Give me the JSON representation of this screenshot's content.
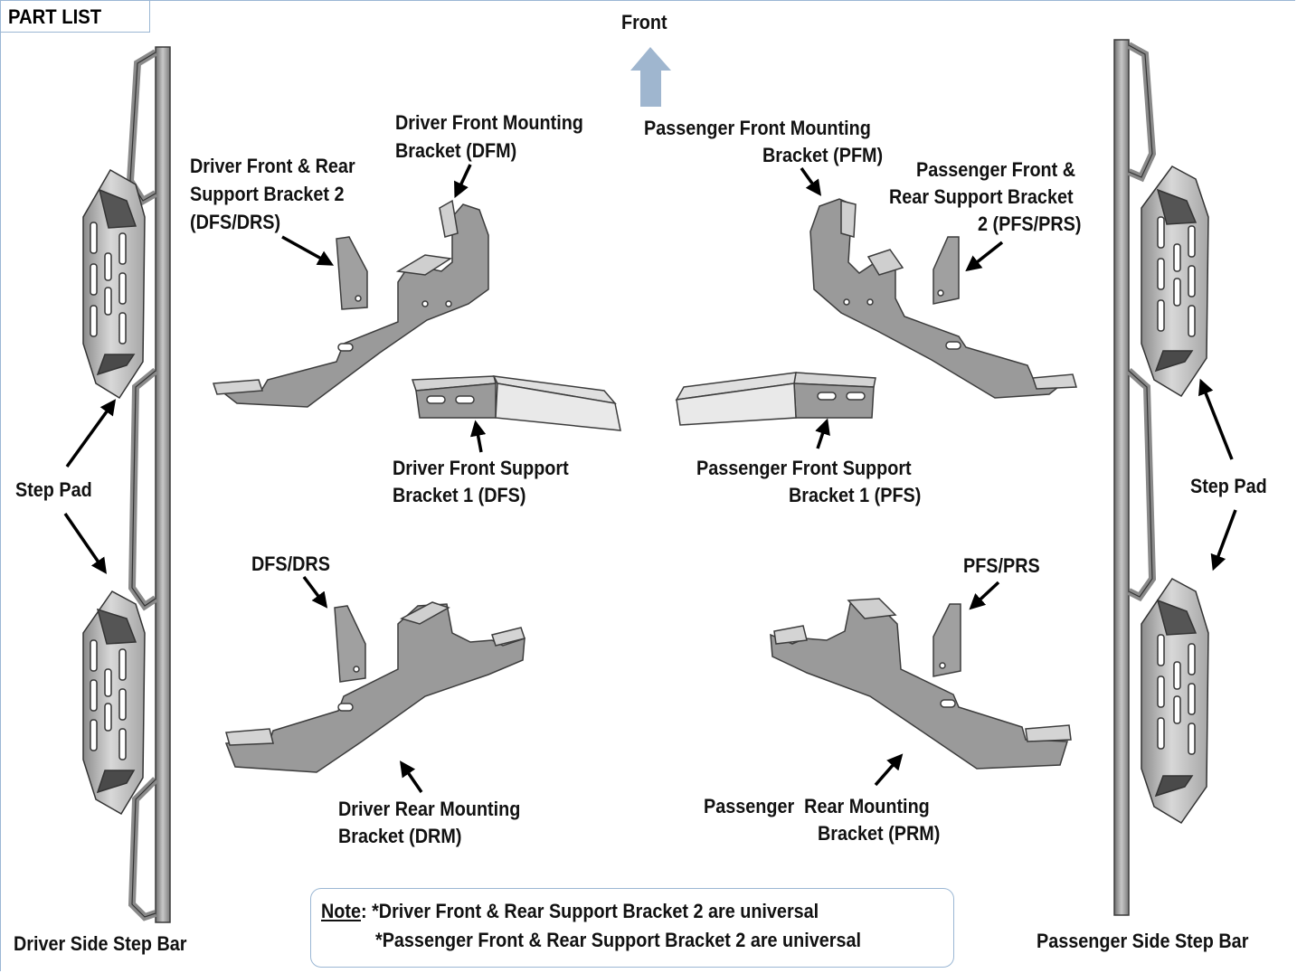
{
  "header": {
    "part_list": "PART LIST",
    "front": "Front"
  },
  "labels": {
    "dfm_line1": "Driver Front Mounting",
    "dfm_line2": "Bracket (DFM)",
    "dfs2_line1": "Driver Front & Rear",
    "dfs2_line2": "Support Bracket 2",
    "dfs2_line3": "(DFS/DRS)",
    "pfm_line1": "Passenger Front Mounting",
    "pfm_line2": "Bracket (PFM)",
    "pfs2_line1": "Passenger Front &",
    "pfs2_line2": "Rear Support Bracket",
    "pfs2_line3": "2 (PFS/PRS)",
    "dfs1_line1": "Driver Front Support",
    "dfs1_line2": "Bracket 1 (DFS)",
    "pfs1_line1": "Passenger Front Support",
    "pfs1_line2": "Bracket 1 (PFS)",
    "step_pad_left": "Step Pad",
    "step_pad_right": "Step Pad",
    "dfs_drs": "DFS/DRS",
    "pfs_prs": "PFS/PRS",
    "drm_line1": "Driver Rear Mounting",
    "drm_line2": "Bracket (DRM)",
    "prm_line1": "Passenger  Rear Mounting",
    "prm_line2": "Bracket (PRM)",
    "driver_step_bar": "Driver Side Step Bar",
    "passenger_step_bar": "Passenger Side Step Bar"
  },
  "note": {
    "title": "Note",
    "line1": ": *Driver Front & Rear Support Bracket 2 are universal",
    "line2": "*Passenger Front & Rear Support Bracket 2 are universal"
  },
  "colors": {
    "part_fill": "#9a9a9a",
    "part_light": "#d4d4d4",
    "part_stroke": "#3c3c3c",
    "front_arrow": "#9fb6cf",
    "box_border": "#9bb7d4"
  }
}
